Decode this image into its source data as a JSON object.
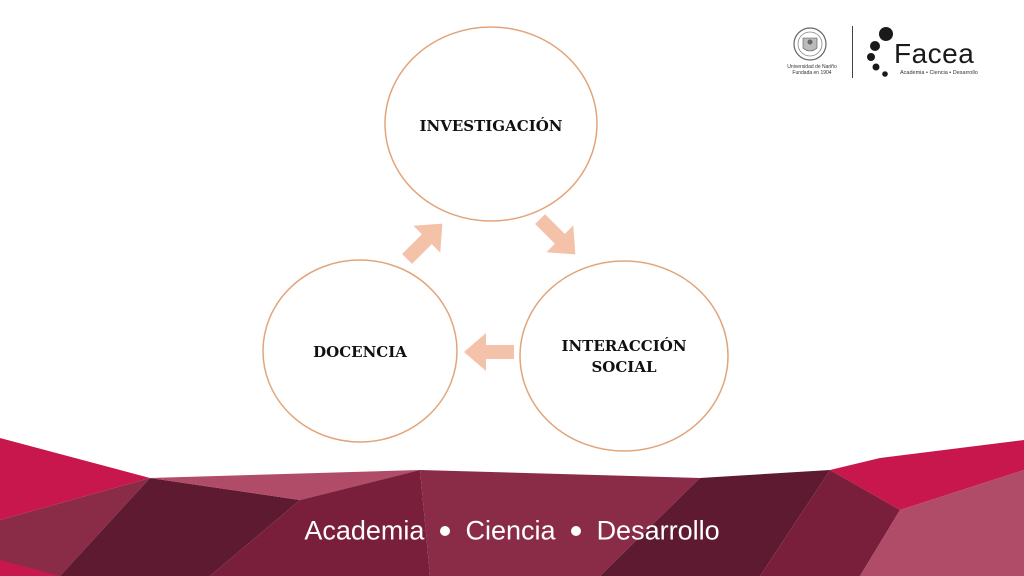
{
  "diagram": {
    "nodes": [
      {
        "id": "investigacion",
        "lines": [
          "INVESTIGACIÓN"
        ]
      },
      {
        "id": "interaccion",
        "lines": [
          "INTERACCIÓN",
          "SOCIAL"
        ]
      },
      {
        "id": "docencia",
        "lines": [
          "DOCENCIA"
        ]
      }
    ],
    "colors": {
      "circle_stroke": "#e2a57a",
      "arrow_fill": "#f4c1a9",
      "label": "#111111"
    }
  },
  "header": {
    "university_name": "Universidad de Nariño",
    "university_founded": "Fundada en 1904",
    "brand_name": "Facea",
    "brand_tagline": "Academia • Ciencia • Desarrollo"
  },
  "footer": {
    "tagline_parts": [
      "Academia",
      "Ciencia",
      "Desarrollo"
    ],
    "colors": {
      "dark": "#5e1a30",
      "mid": "#8a2c48",
      "bright": "#c8174c",
      "pale": "#b04b68"
    }
  }
}
